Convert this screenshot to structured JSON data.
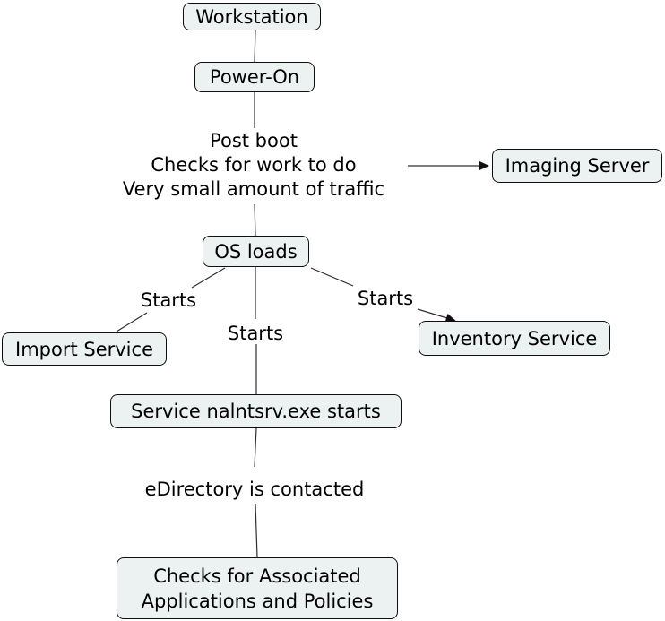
{
  "colors": {
    "background": "#ffffff",
    "node_fill": "#ecf1f2",
    "node_border": "#0f0f0f",
    "line": "#2e2e2e",
    "text": "#000000"
  },
  "nodes": {
    "workstation": {
      "label": "Workstation"
    },
    "power_on": {
      "label": "Power-On"
    },
    "imaging_server": {
      "label": "Imaging Server"
    },
    "os_loads": {
      "label": "OS loads"
    },
    "import_service": {
      "label": "Import Service"
    },
    "inventory_service": {
      "label": "Inventory Service"
    },
    "nalntsrv": {
      "label": "Service nalntsrv.exe starts"
    },
    "checks": {
      "line1": "Checks for Associated",
      "line2": "Applications and Policies"
    }
  },
  "annotations": {
    "post_boot": {
      "lines": [
        "Post boot",
        "Checks for work to do",
        "Very small amount of traffic"
      ]
    },
    "edirectory": {
      "label": "eDirectory is contacted"
    }
  },
  "edge_labels": {
    "starts_left": "Starts",
    "starts_middle": "Starts",
    "starts_right": "Starts"
  }
}
